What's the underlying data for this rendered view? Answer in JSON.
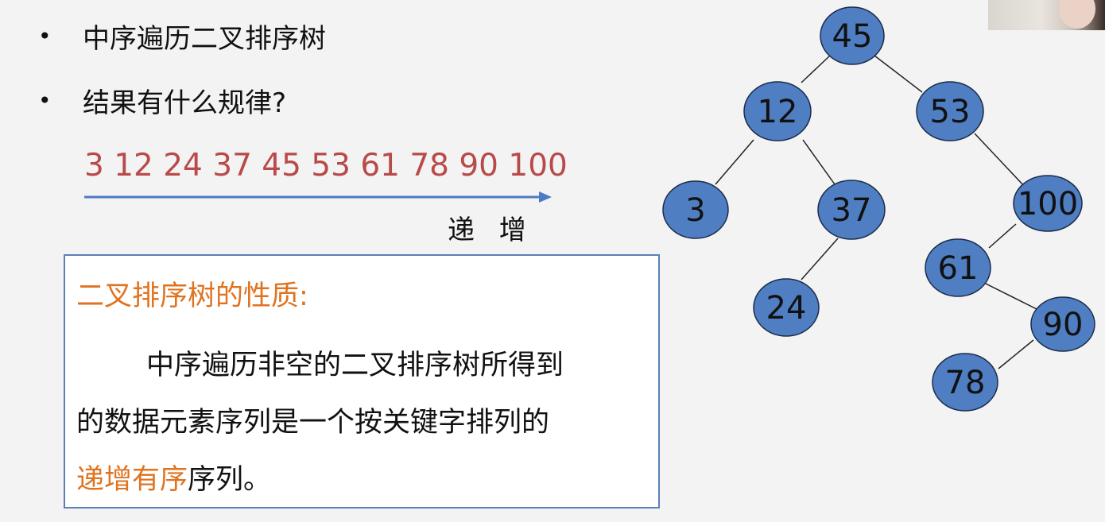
{
  "bullets": [
    {
      "marker": "•",
      "text": "中序遍历二叉排序树"
    },
    {
      "marker": "•",
      "text": "结果有什么规律?"
    }
  ],
  "sequence": {
    "text": "3 12 24 37 45 53 61 78 90 100",
    "arrow_label": "递 增",
    "color": "#b94a4a"
  },
  "property": {
    "title": "二叉排序树的性质:",
    "line1": "中序遍历非空的二叉排序树所得到",
    "line2": "的数据元素序列是一个按关键字排列的",
    "highlight": "递增有序",
    "line3_rest": "序列。",
    "border_color": "#5a80b8",
    "highlight_color": "#e0731f"
  },
  "tree": {
    "node_color": "#4f7ec2",
    "nodes": {
      "n45": "45",
      "n12": "12",
      "n53": "53",
      "n3": "3",
      "n37": "37",
      "n100": "100",
      "n24": "24",
      "n61": "61",
      "n90": "90",
      "n78": "78"
    }
  }
}
